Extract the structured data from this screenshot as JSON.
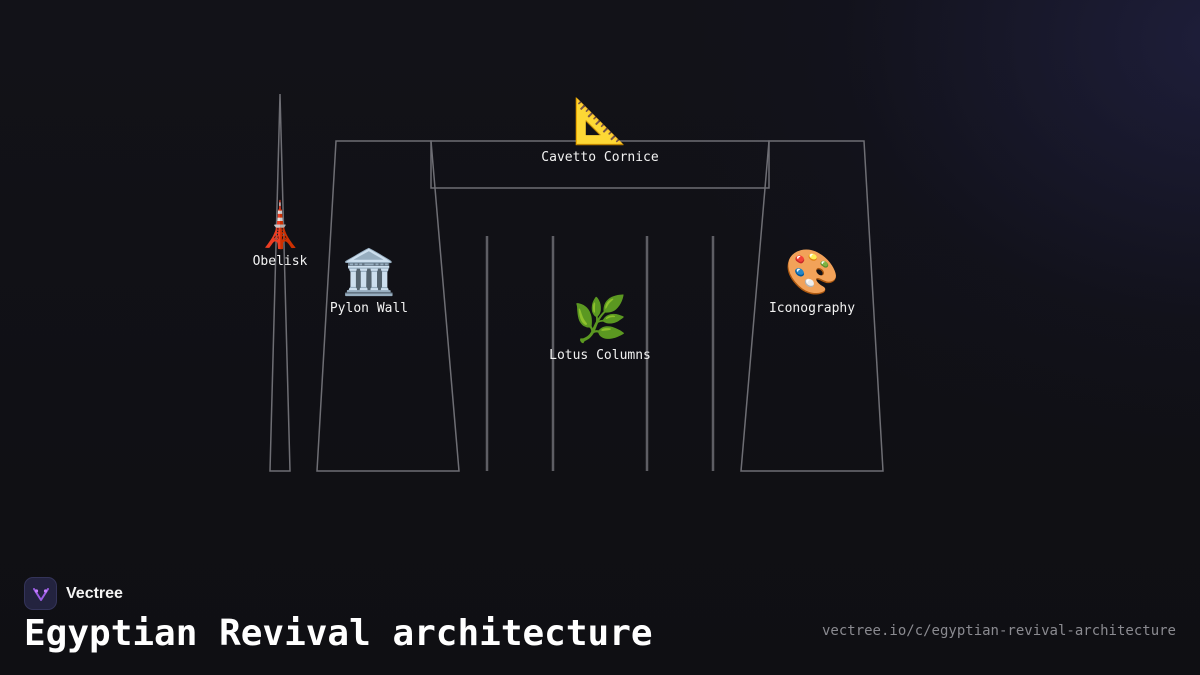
{
  "brand": {
    "name": "Vectree"
  },
  "title": "Egyptian Revival architecture",
  "url": "vectree.io/c/egyptian-revival-architecture",
  "colors": {
    "background": "#111116",
    "outline": "#6e6e74",
    "label": "#f2f2f2",
    "brand_accent": "#9b5de5"
  },
  "nodes": [
    {
      "id": "cavetto-cornice",
      "icon": "📐",
      "icon_name": "triangular-ruler-icon",
      "label": "Cavetto Cornice"
    },
    {
      "id": "obelisk",
      "icon": "🗼",
      "icon_name": "tower-icon",
      "label": "Obelisk"
    },
    {
      "id": "pylon-wall",
      "icon": "🏛️",
      "icon_name": "classical-building-icon",
      "label": "Pylon Wall"
    },
    {
      "id": "iconography",
      "icon": "🎨",
      "icon_name": "palette-icon",
      "label": "Iconography"
    },
    {
      "id": "lotus-columns",
      "icon": "🌿",
      "icon_name": "herb-icon",
      "label": "Lotus Columns"
    }
  ]
}
